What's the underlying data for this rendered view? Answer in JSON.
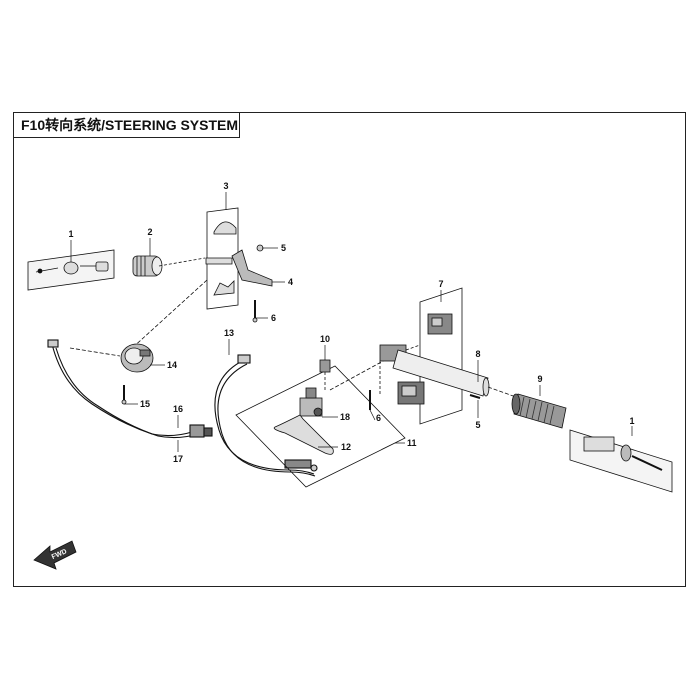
{
  "diagram": {
    "title": "F10转向系统/STEERING SYSTEM",
    "fwd_badge": "FWD",
    "callouts": [
      {
        "id": "c1a",
        "label": "1"
      },
      {
        "id": "c2",
        "label": "2"
      },
      {
        "id": "c3",
        "label": "3"
      },
      {
        "id": "c4",
        "label": "4"
      },
      {
        "id": "c5a",
        "label": "5"
      },
      {
        "id": "c6a",
        "label": "6"
      },
      {
        "id": "c7",
        "label": "7"
      },
      {
        "id": "c8",
        "label": "8"
      },
      {
        "id": "c9",
        "label": "9"
      },
      {
        "id": "c10",
        "label": "10"
      },
      {
        "id": "c11",
        "label": "11"
      },
      {
        "id": "c12",
        "label": "12"
      },
      {
        "id": "c13",
        "label": "13"
      },
      {
        "id": "c14",
        "label": "14"
      },
      {
        "id": "c15",
        "label": "15"
      },
      {
        "id": "c16",
        "label": "16"
      },
      {
        "id": "c17",
        "label": "17"
      },
      {
        "id": "c18",
        "label": "18"
      },
      {
        "id": "c6b",
        "label": "6"
      },
      {
        "id": "c5b",
        "label": "5"
      },
      {
        "id": "c1b",
        "label": "1"
      }
    ],
    "colors": {
      "ink": "#111111",
      "part_fill": "#e6e6e6",
      "part_dark": "#555555",
      "paper": "#ffffff"
    }
  }
}
